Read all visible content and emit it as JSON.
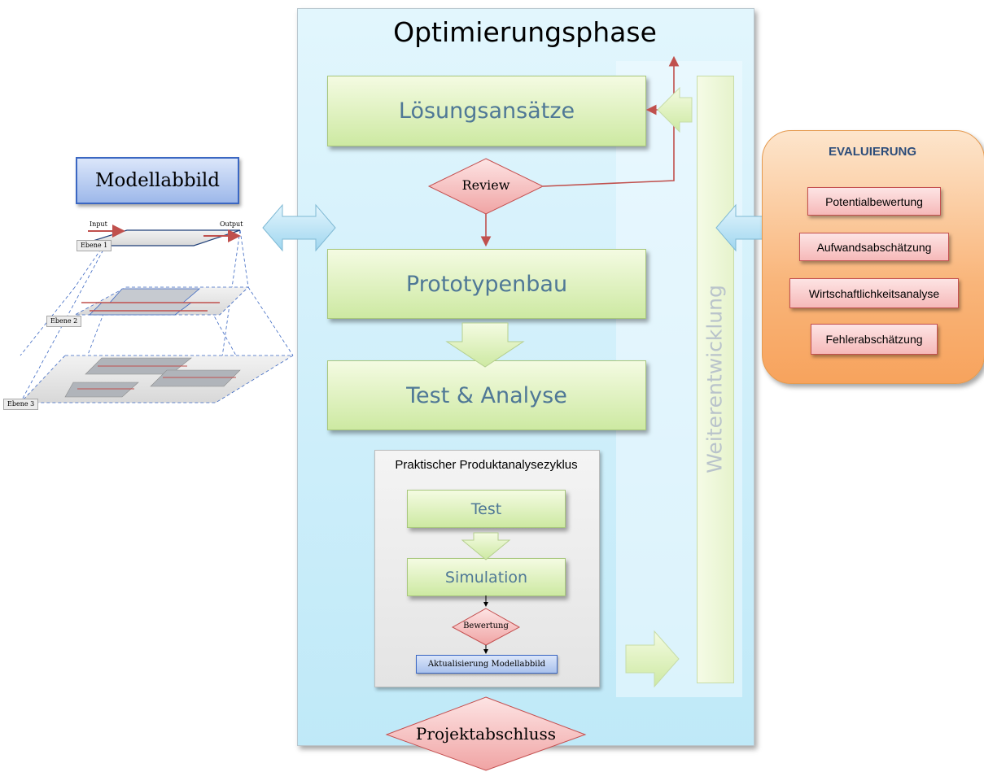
{
  "title": "Optimierungsphase",
  "boxes": {
    "loesungsansaetze": "Lösungsansätze",
    "review": "Review",
    "prototypenbau": "Prototypenbau",
    "test_analyse": "Test & Analyse"
  },
  "cycle": {
    "title": "Praktischer Produktanalysezyklus",
    "test": "Test",
    "simulation": "Simulation",
    "bewertung": "Bewertung",
    "aktualisierung": "Aktualisierung Modellabbild"
  },
  "weiterentwicklung": "Weiterentwicklung",
  "projektabschluss": "Projektabschluss",
  "modell": {
    "button": "Modellabbild",
    "input": "Input",
    "output": "Output",
    "layers": [
      "Ebene 1",
      "Ebene 2",
      "Ebene 3"
    ]
  },
  "evaluierung": {
    "title": "EVALUIERUNG",
    "items": [
      "Potentialbewertung",
      "Aufwandsabschätzung",
      "Wirtschaftlichkeitsanalyse",
      "Fehlerabschätzung"
    ]
  },
  "colors": {
    "panel": "#bfe9f8",
    "green": "#cde9a2",
    "green_text": "#4f7896",
    "pink": "#f6b9b9",
    "red_arrow": "#c0504d",
    "orange": "#f9b57a",
    "blue_button": "#9db8ea"
  }
}
